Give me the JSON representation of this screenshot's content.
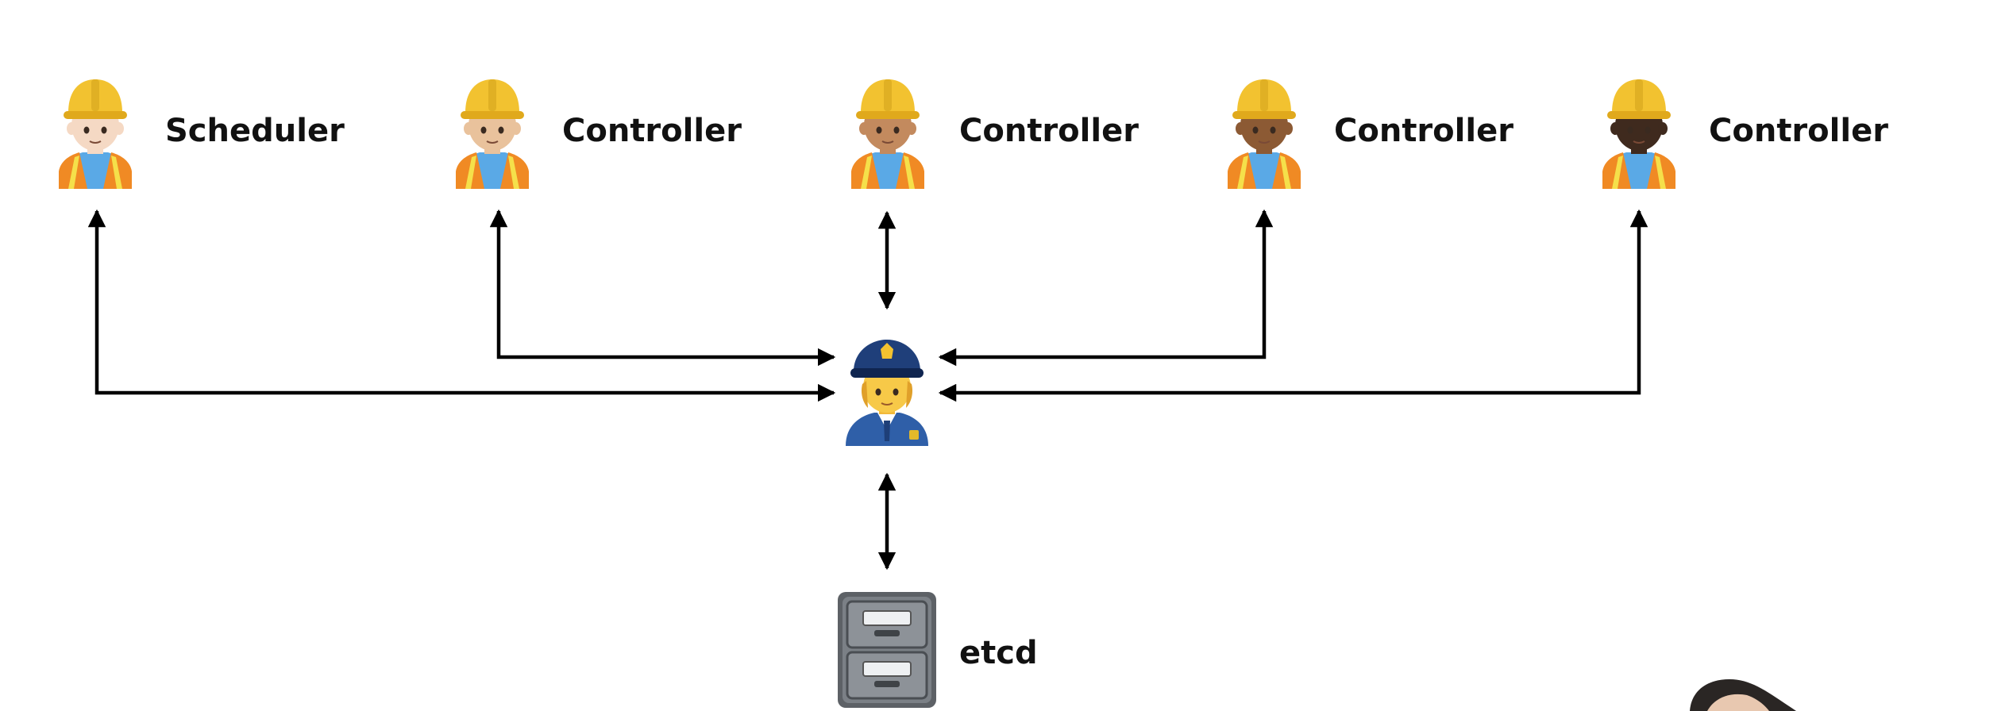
{
  "diagram": {
    "nodes": [
      {
        "id": "scheduler",
        "label": "Scheduler",
        "icon": "construction-worker-icon",
        "skin_tone": "#f5d9c4"
      },
      {
        "id": "controller-1",
        "label": "Controller",
        "icon": "construction-worker-icon",
        "skin_tone": "#e9c29c"
      },
      {
        "id": "controller-2",
        "label": "Controller",
        "icon": "construction-worker-icon",
        "skin_tone": "#c38a5e"
      },
      {
        "id": "controller-3",
        "label": "Controller",
        "icon": "construction-worker-icon",
        "skin_tone": "#8c5a34"
      },
      {
        "id": "controller-4",
        "label": "Controller",
        "icon": "construction-worker-icon",
        "skin_tone": "#3f2a1e"
      },
      {
        "id": "api-server",
        "label": "",
        "icon": "police-officer-icon"
      },
      {
        "id": "etcd",
        "label": "etcd",
        "icon": "file-cabinet-icon"
      }
    ],
    "edges": [
      {
        "from": "scheduler",
        "to": "api-server",
        "direction": "both"
      },
      {
        "from": "controller-1",
        "to": "api-server",
        "direction": "both"
      },
      {
        "from": "controller-2",
        "to": "api-server",
        "direction": "both"
      },
      {
        "from": "controller-3",
        "to": "api-server",
        "direction": "both"
      },
      {
        "from": "controller-4",
        "to": "api-server",
        "direction": "both"
      },
      {
        "from": "api-server",
        "to": "etcd",
        "direction": "both"
      }
    ]
  },
  "colors": {
    "edge": "#000000",
    "label": "#111111",
    "hardhat": "#f2c230",
    "vest": "#f08a24",
    "vest_stripe": "#f5e04a",
    "shirt": "#5aa9e6",
    "police_uniform": "#2f5fa8",
    "police_skin": "#f7c948",
    "cabinet": "#6b7075"
  }
}
